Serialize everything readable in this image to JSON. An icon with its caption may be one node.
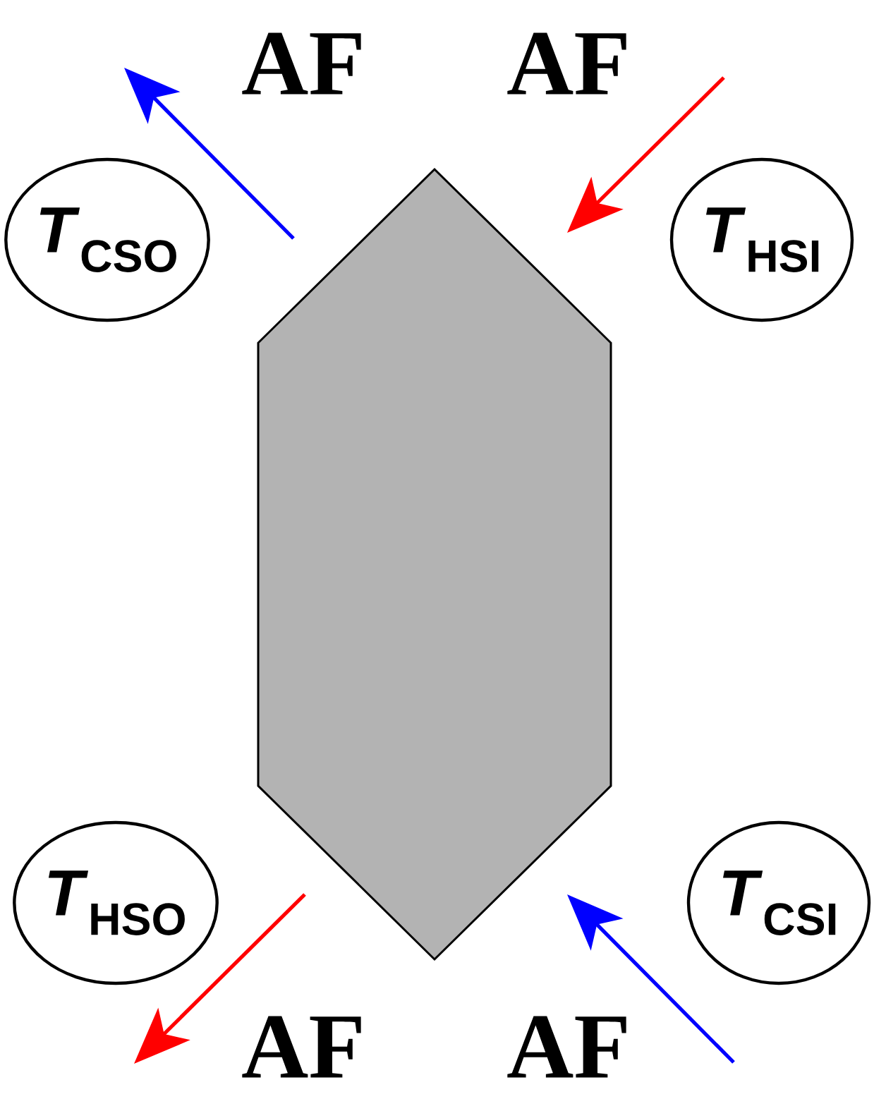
{
  "diagram": {
    "nodes": [
      {
        "text": [
          "*T*$_{CSO}$"
        ]
      },
      {
        "text": [],
        "shape": "hexagon"
      },
      {
        "text": [
          "*T*$_{HSI}$"
        ]
      },
      {
        "text": [
          "*T*$_{HSO}$"
        ]
      },
      {
        "text": [
          "*T*$_{CSI}$"
        ]
      }
    ],
    "labels": [
      "AF",
      "AF",
      "AF",
      "AF"
    ]
  }
}
